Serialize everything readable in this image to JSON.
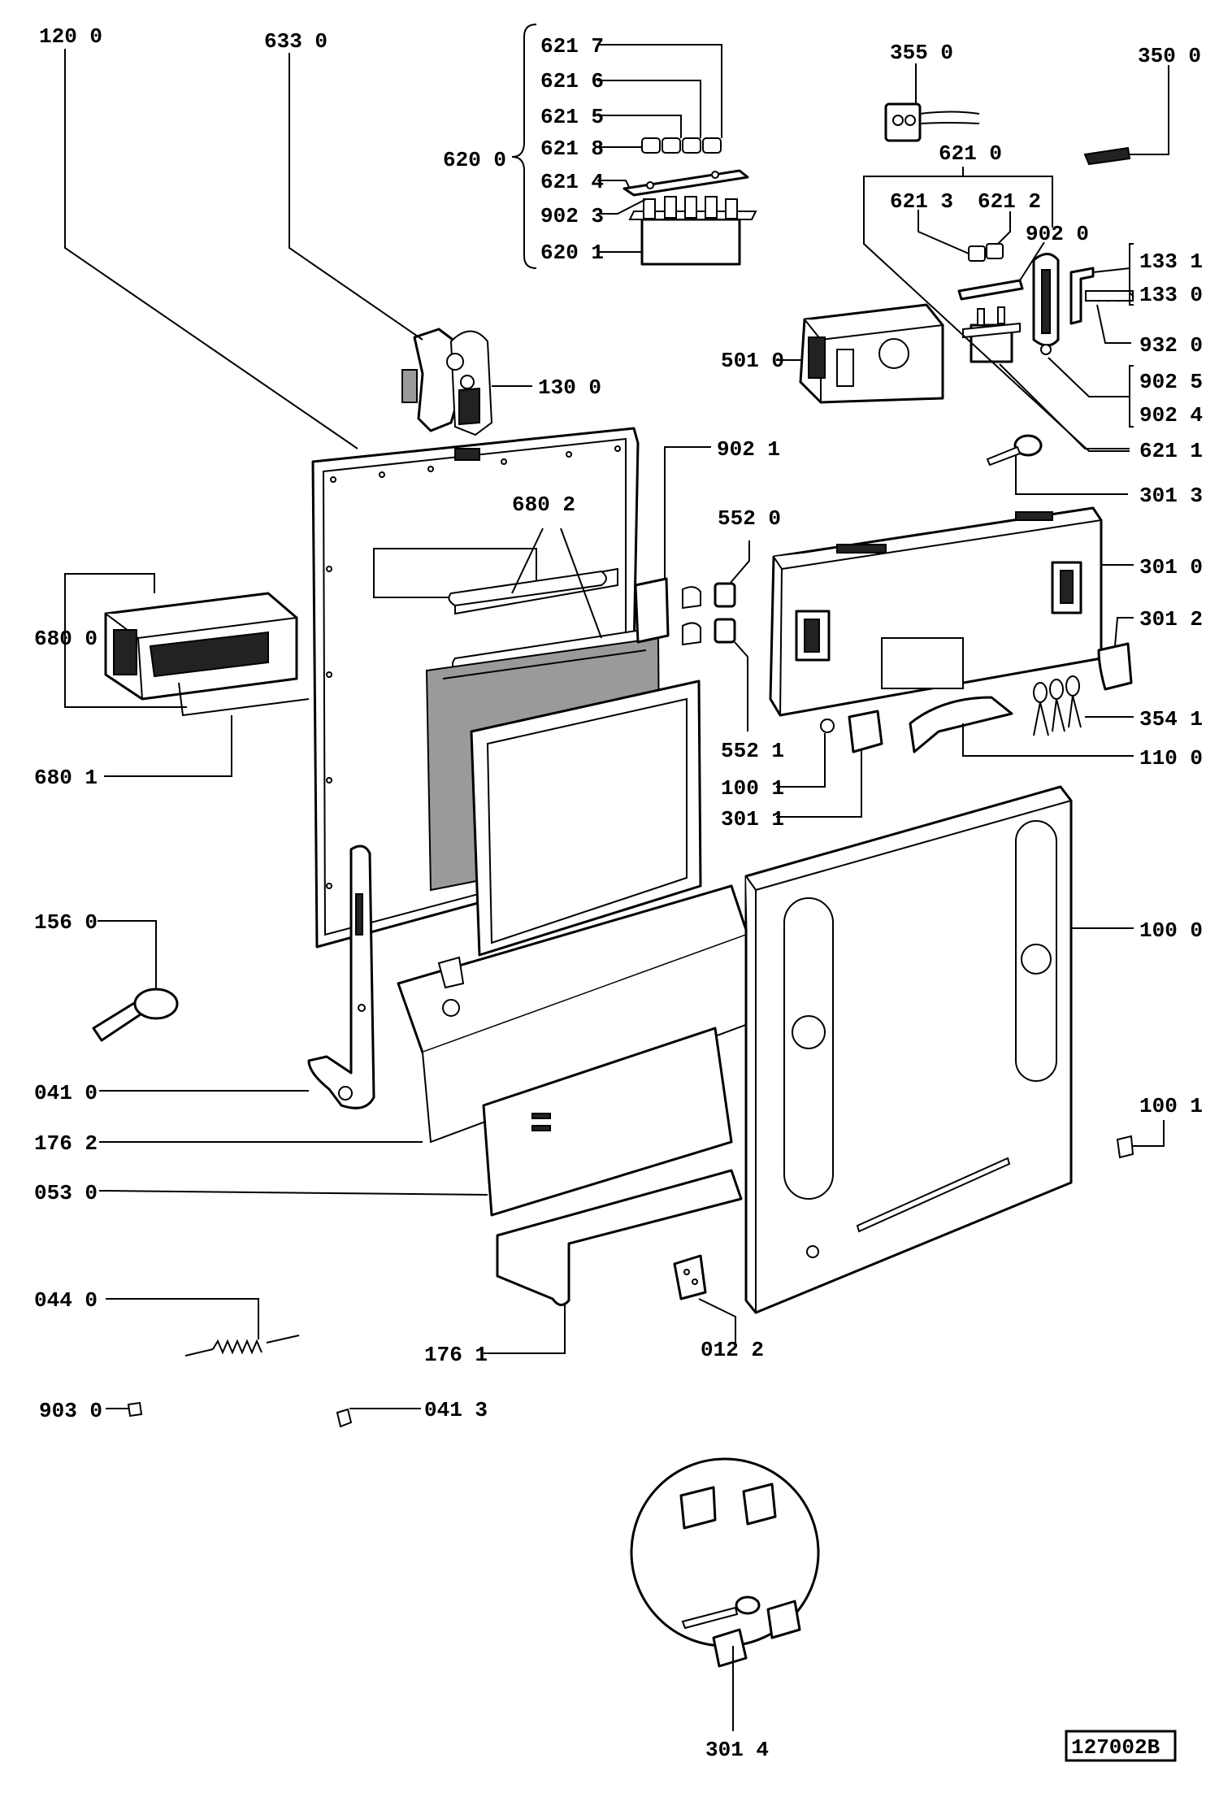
{
  "labels": {
    "l1200": "120 0",
    "l6330": "633 0",
    "l6217": "621 7",
    "l6216": "621 6",
    "l6215": "621 5",
    "l6218": "621 8",
    "l6214": "621 4",
    "l9023": "902 3",
    "l6201": "620 1",
    "l6200": "620 0",
    "l3550": "355 0",
    "l3500": "350 0",
    "l6210": "621 0",
    "l6213": "621 3",
    "l6212": "621 2",
    "l9020": "902 0",
    "l1331": "133 1",
    "l1330": "133 0",
    "l9320": "932 0",
    "l9025": "902 5",
    "l9024": "902 4",
    "l6211": "621 1",
    "l5010": "501 0",
    "l1300": "130 0",
    "l9021": "902 1",
    "l3013": "301 3",
    "l6802": "680 2",
    "l5520": "552 0",
    "l3010": "301 0",
    "l6800": "680 0",
    "l3012": "301 2",
    "l3541": "354 1",
    "l5521": "552 1",
    "l1100": "110 0",
    "l1001a": "100 1",
    "l3011": "301 1",
    "l6801": "680 1",
    "l1560": "156 0",
    "l1000": "100 0",
    "l0410": "041 0",
    "l1001b": "100 1",
    "l1762": "176 2",
    "l0530": "053 0",
    "l0440": "044 0",
    "l1761": "176 1",
    "l0122": "012 2",
    "l9030": "903 0",
    "l0413": "041 3",
    "l3014": "301 4"
  },
  "reference": "127002B"
}
